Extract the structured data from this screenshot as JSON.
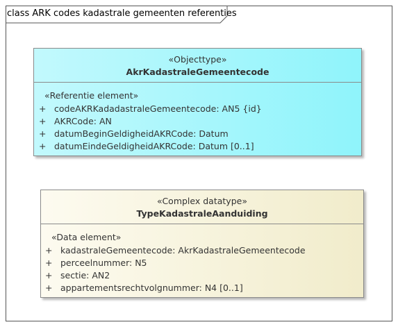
{
  "diagram": {
    "frame_title": "class ARK codes kadastrale gemeenten referenties",
    "classes": [
      {
        "stereotype": "«Objecttype»",
        "name": "AkrKadastraleGemeentecode",
        "fill_color": "#a6f6fc",
        "section_title": "«Referentie element»",
        "attributes": [
          {
            "visibility": "+",
            "text": "codeAKRKadadastraleGemeentecode: AN5 {id}"
          },
          {
            "visibility": "+",
            "text": "AKRCode: AN"
          },
          {
            "visibility": "+",
            "text": "datumBeginGeldigheidAKRCode: Datum"
          },
          {
            "visibility": "+",
            "text": "datumEindeGeldigheidAKRCode: Datum [0..1]"
          }
        ]
      },
      {
        "stereotype": "«Complex datatype»",
        "name": "TypeKadastraleAanduiding",
        "fill_color": "#f8f4df",
        "section_title": "«Data element»",
        "attributes": [
          {
            "visibility": "+",
            "text": "kadastraleGemeentecode: AkrKadastraleGemeentecode"
          },
          {
            "visibility": "+",
            "text": "perceelnummer: N5"
          },
          {
            "visibility": "+",
            "text": "sectie: AN2"
          },
          {
            "visibility": "+",
            "text": "appartementsrechtvolgnummer: N4 [0..1]"
          }
        ]
      }
    ]
  }
}
